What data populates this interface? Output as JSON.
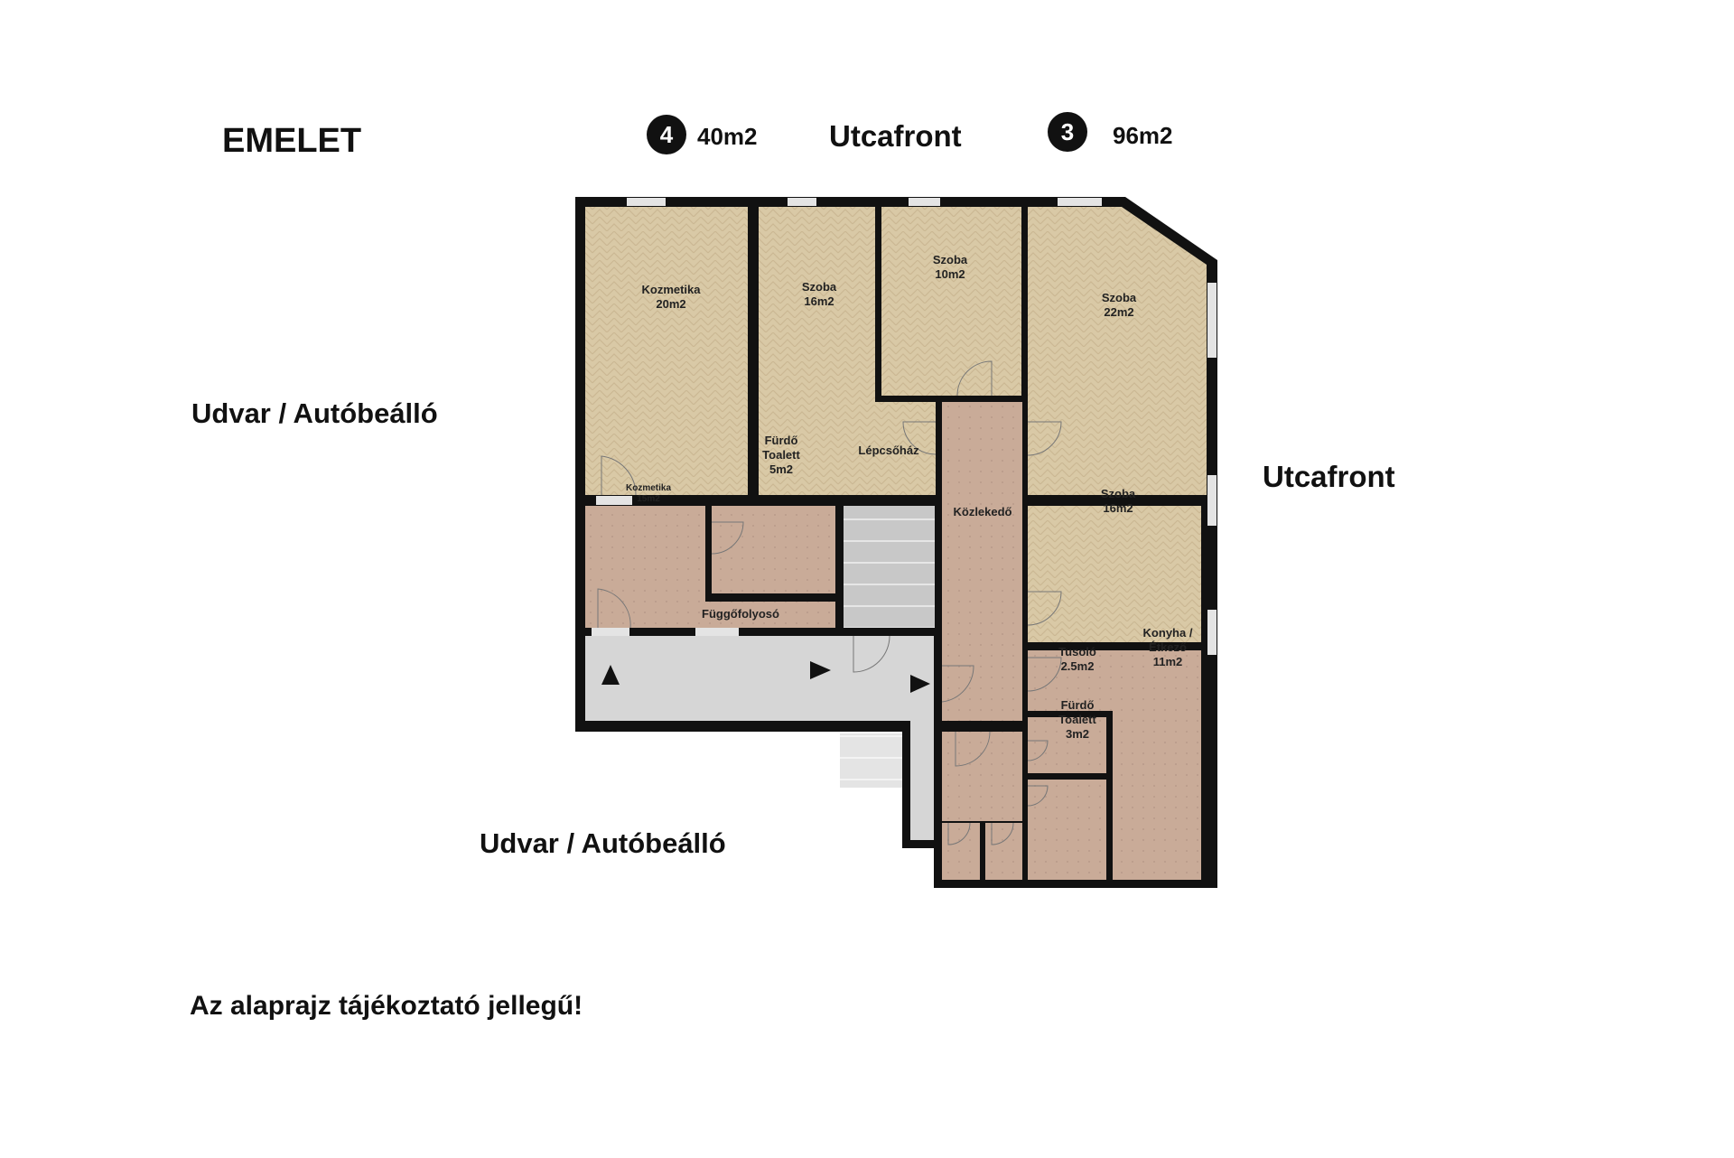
{
  "header": {
    "floor_title": "EMELET",
    "unit4": {
      "number": "4",
      "area": "40m2"
    },
    "street_top": "Utcafront",
    "unit3": {
      "number": "3",
      "area": "96m2"
    }
  },
  "surroundings": {
    "left": "Udvar / Autóbeálló",
    "right": "Utcafront",
    "bottom": "Udvar / Autóbeálló"
  },
  "disclaimer": "Az alaprajz tájékoztató jellegű!",
  "rooms": {
    "kozmetika20": [
      "Kozmetika",
      "20m2"
    ],
    "szoba16a": [
      "Szoba",
      "16m2"
    ],
    "szoba10": [
      "Szoba",
      "10m2"
    ],
    "szoba22": [
      "Szoba",
      "22m2"
    ],
    "furdo5": [
      "Fürdő",
      "Toalett",
      "5m2"
    ],
    "lepcsohaz": [
      "Lépcsőház"
    ],
    "kozmetika15": [
      "Kozmetika",
      "15m2"
    ],
    "kozlekedo": [
      "Közlekedő"
    ],
    "szoba16b": [
      "Szoba",
      "16m2"
    ],
    "fuggofolyoso": [
      "Függőfolyosó"
    ],
    "konyha": [
      "Konyha /",
      "Étkező",
      "11m2"
    ],
    "tusolo": [
      "Tusoló",
      "2.5m2"
    ],
    "furdo3": [
      "Fürdő",
      "Toalett",
      "3m2"
    ]
  },
  "colors": {
    "parquet": "#d9c9a6",
    "tile": "#c9ab98",
    "corridor": "#d6d6d6",
    "wall": "#111111"
  }
}
